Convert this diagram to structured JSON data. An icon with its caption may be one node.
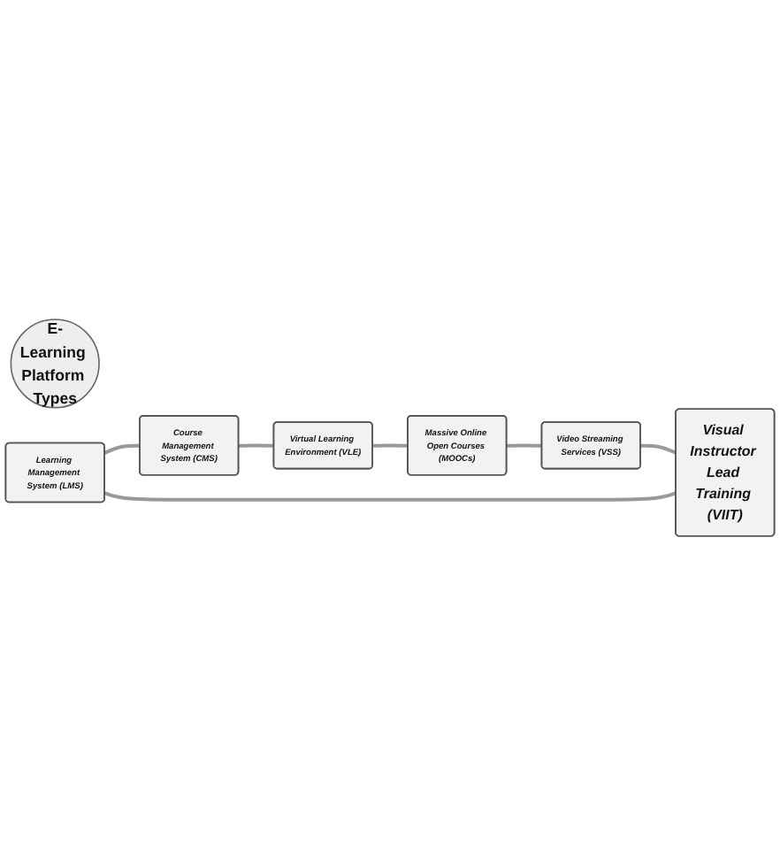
{
  "diagram": {
    "nodes": [
      {
        "text": [
          "E-Learning Platform Types"
        ]
      },
      {
        "text": [
          "Learning Management System (LMS)"
        ]
      },
      {
        "text": [
          "Course Management System (CMS)"
        ]
      },
      {
        "text": [
          "Virtual Learning Environment (VLE)"
        ]
      },
      {
        "text": [
          "Massive Online Open Courses (MOOCs)"
        ]
      },
      {
        "text": [
          "Video Streaming Services (VSS)"
        ]
      },
      {
        "text": [
          "Visual Instructor Lead Training (VIIT)"
        ]
      }
    ],
    "edges": [
      {
        "from": 1,
        "to": 2,
        "arrow": "none"
      },
      {
        "from": 2,
        "to": 3,
        "arrow": "none"
      },
      {
        "from": 3,
        "to": 4,
        "arrow": "none"
      },
      {
        "from": 4,
        "to": 5,
        "arrow": "none"
      },
      {
        "from": 5,
        "to": 6,
        "arrow": "none"
      },
      {
        "from": 6,
        "to": 1,
        "arrow": "none"
      }
    ]
  }
}
